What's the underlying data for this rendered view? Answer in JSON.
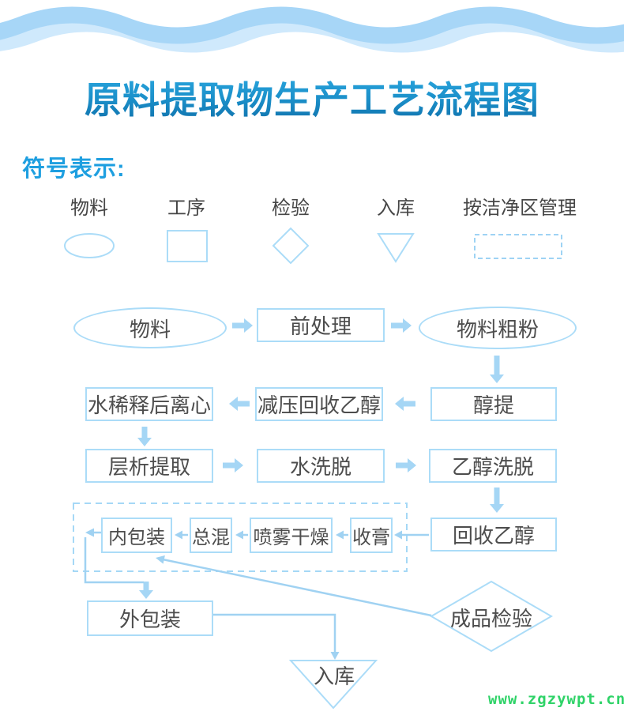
{
  "header": {
    "title": "原料提取物生产工艺流程图"
  },
  "legend": {
    "heading": "符号表示:",
    "items": [
      {
        "label": "物料",
        "shape": "ellipse"
      },
      {
        "label": "工序",
        "shape": "rectangle"
      },
      {
        "label": "检验",
        "shape": "diamond"
      },
      {
        "label": "入库",
        "shape": "inverted-triangle"
      },
      {
        "label": "按洁净区管理",
        "shape": "dashed-rectangle"
      }
    ]
  },
  "flowchart": {
    "nodes": {
      "material": "物料",
      "pretreatment": "前处理",
      "coarse_powder": "物料粗粉",
      "alcohol_extraction": "醇提",
      "vacuum_recover_ethanol": "减压回收乙醇",
      "water_dilute_centrifuge": "水稀释后离心",
      "chromatography_extraction": "层析提取",
      "water_elution": "水洗脱",
      "ethanol_elution": "乙醇洗脱",
      "recover_ethanol": "回收乙醇",
      "paste_collection": "收膏",
      "spray_drying": "喷雾干燥",
      "total_blending": "总混",
      "inner_packaging": "内包装",
      "outer_packaging": "外包装",
      "finished_product_inspection": "成品检验",
      "warehousing": "入库"
    }
  },
  "watermark": {
    "text": "www.zgzywpt.cn"
  },
  "colors": {
    "shape_stroke": "#abdcf8",
    "arrow_fill": "#a5d6f5",
    "text_dark": "#4d4d4d",
    "accent_blue": "#1e9fe0",
    "title_gradient_top": "#2caae2",
    "title_gradient_bottom": "#0f6fa9",
    "wave_main": "#a7d6f7",
    "wave_light": "#cfe9fc",
    "watermark_green": "#2fd368"
  }
}
